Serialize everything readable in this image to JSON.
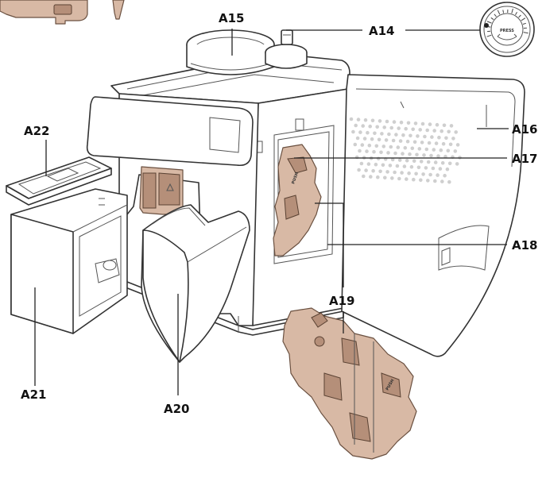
{
  "labels": {
    "a14": "A14",
    "a15": "A15",
    "a16": "A16",
    "a17": "A17",
    "a18": "A18",
    "a19": "A19",
    "a20": "A20",
    "a21": "A21",
    "a22": "A22"
  },
  "knob_text": "PRESS",
  "brew_unit_text": "PUSH",
  "colors": {
    "line": "#222222",
    "machine_body": "#ffffff",
    "brew_unit": "#d8b9a5",
    "brew_unit_shadow": "#b58f79",
    "vent_holes": "#cfcfcf"
  }
}
